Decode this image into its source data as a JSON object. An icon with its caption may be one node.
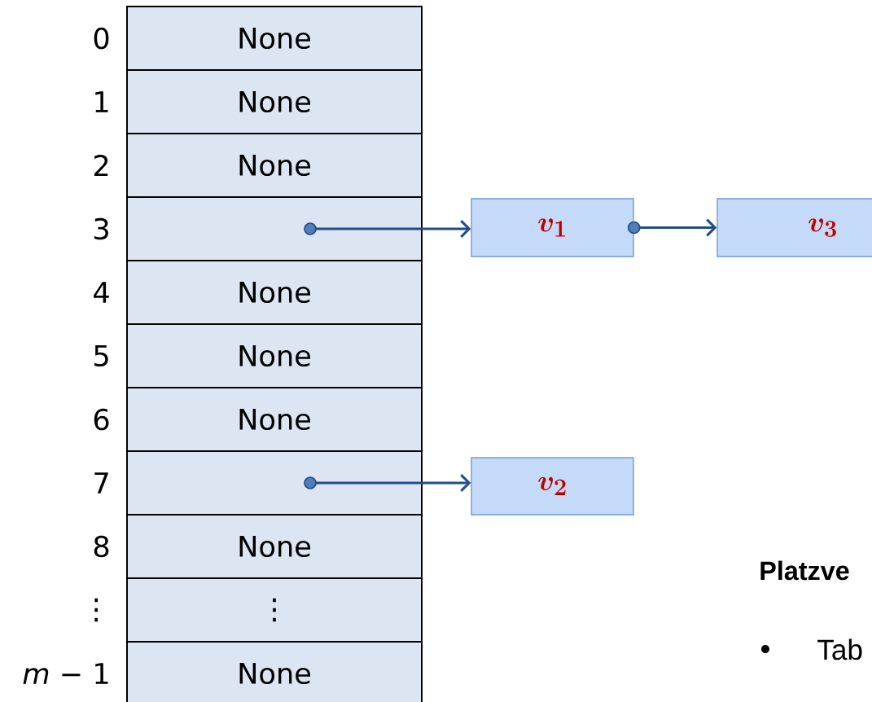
{
  "diagram": {
    "nodes": [
      {
        "text": [
          "None"
        ],
        "beside": [
          "0"
        ]
      },
      {
        "text": [
          "None"
        ],
        "beside": [
          "1"
        ]
      },
      {
        "text": [
          "None"
        ],
        "beside": [
          "2"
        ]
      },
      {
        "text": [],
        "shape": "box",
        "beside": [
          "3"
        ]
      },
      {
        "text": [
          "None"
        ],
        "beside": [
          "4"
        ]
      },
      {
        "text": [
          "None"
        ],
        "beside": [
          "5"
        ]
      },
      {
        "text": [
          "None"
        ],
        "beside": [
          "6"
        ]
      },
      {
        "text": [],
        "shape": "box",
        "beside": [
          "7"
        ]
      },
      {
        "text": [
          "None"
        ],
        "beside": [
          "8"
        ]
      },
      {
        "text": [
          "⋮"
        ],
        "beside": [
          "⋮"
        ]
      },
      {
        "text": [
          "None"
        ],
        "beside": [
          "*m* − 1"
        ]
      },
      {
        "text": [
          "v_1"
        ]
      },
      {
        "text": [
          "v_3"
        ]
      },
      {
        "text": [
          "v_2"
        ]
      }
    ],
    "edges": [
      {
        "from": 3,
        "to": 11,
        "arrow": "to"
      },
      {
        "from": 11,
        "to": 12,
        "arrow": "to"
      },
      {
        "from": 7,
        "to": 13,
        "arrow": "to"
      }
    ],
    "labels": [
      "Platzve",
      "Tab"
    ]
  }
}
